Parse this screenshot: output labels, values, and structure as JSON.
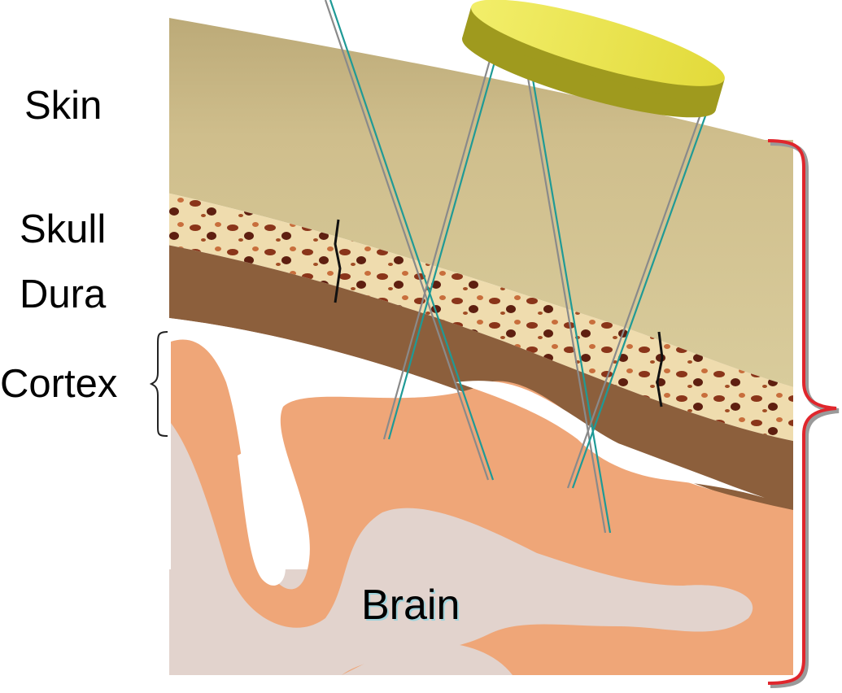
{
  "labels": {
    "skin": "Skin",
    "skull": "Skull",
    "dura": "Dura",
    "cortex": "Cortex",
    "brain": "Brain"
  },
  "colors": {
    "skin": "#cdbb86",
    "skin_dark": "#b5a374",
    "dura": "#8c5f3c",
    "cortex": "#efa678",
    "brain": "#e2d3cd",
    "csf_gap": "#ffffff",
    "skull_base": "#eedcb0",
    "skull_spots": "#8e3a1c",
    "probe": "#e6e04a",
    "probe_edge": "#9f9a1e",
    "light_path": "#1f9a96",
    "bracket": "#e0262c"
  }
}
